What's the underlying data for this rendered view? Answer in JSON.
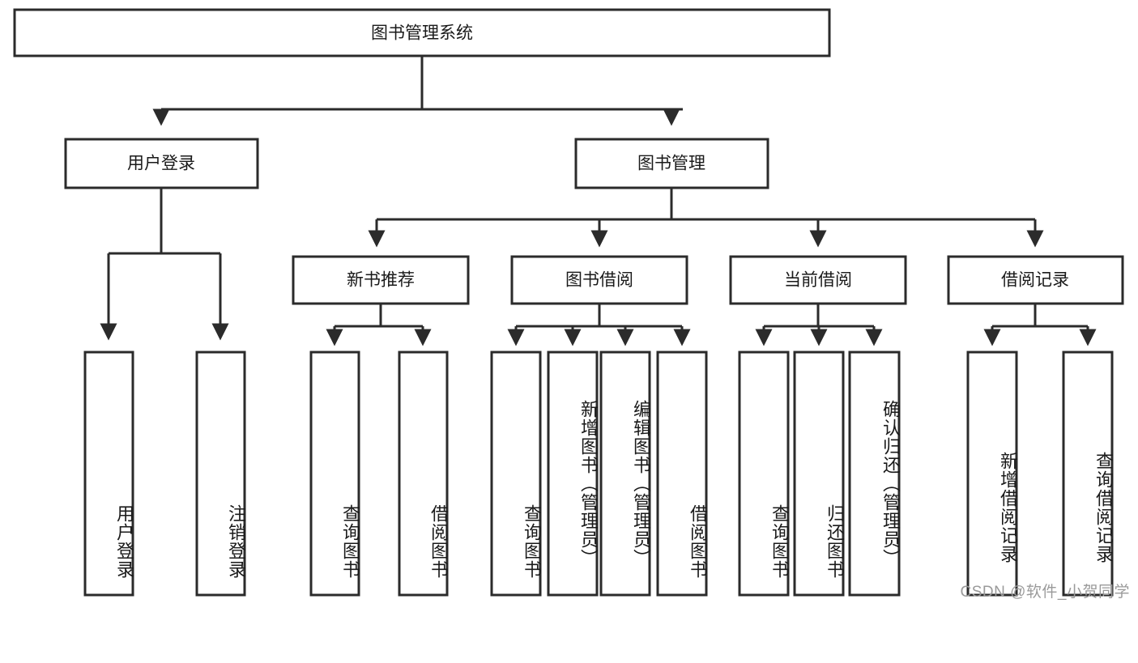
{
  "diagram": {
    "type": "tree",
    "title": "图书管理系统",
    "root": {
      "id": "root",
      "label": "图书管理系统",
      "orientation": "horizontal"
    },
    "level1": [
      {
        "id": "user-login",
        "label": "用户登录",
        "orientation": "horizontal"
      },
      {
        "id": "book-manage",
        "label": "图书管理",
        "orientation": "horizontal"
      }
    ],
    "level2": [
      {
        "id": "new-book-recommend",
        "label": "新书推荐",
        "parent": "book-manage",
        "orientation": "horizontal"
      },
      {
        "id": "book-borrow",
        "label": "图书借阅",
        "parent": "book-manage",
        "orientation": "horizontal"
      },
      {
        "id": "current-borrow",
        "label": "当前借阅",
        "parent": "book-manage",
        "orientation": "horizontal"
      },
      {
        "id": "borrow-record",
        "label": "借阅记录",
        "parent": "book-manage",
        "orientation": "horizontal"
      }
    ],
    "leaves": [
      {
        "id": "leaf-user-login",
        "label": "用户登录",
        "parent": "user-login",
        "orientation": "vertical"
      },
      {
        "id": "leaf-user-logout",
        "label": "注销登录",
        "parent": "user-login",
        "orientation": "vertical"
      },
      {
        "id": "leaf-query-book-1",
        "label": "查询图书",
        "parent": "new-book-recommend",
        "orientation": "vertical"
      },
      {
        "id": "leaf-borrow-book-1",
        "label": "借阅图书",
        "parent": "new-book-recommend",
        "orientation": "vertical"
      },
      {
        "id": "leaf-query-book-2",
        "label": "查询图书",
        "parent": "book-borrow",
        "orientation": "vertical"
      },
      {
        "id": "leaf-add-book",
        "label": "新增图书（管理员）",
        "parent": "book-borrow",
        "orientation": "vertical"
      },
      {
        "id": "leaf-edit-book",
        "label": "编辑图书（管理员）",
        "parent": "book-borrow",
        "orientation": "vertical"
      },
      {
        "id": "leaf-borrow-book-2",
        "label": "借阅图书",
        "parent": "book-borrow",
        "orientation": "vertical"
      },
      {
        "id": "leaf-query-book-3",
        "label": "查询图书",
        "parent": "current-borrow",
        "orientation": "vertical"
      },
      {
        "id": "leaf-return-book",
        "label": "归还图书",
        "parent": "current-borrow",
        "orientation": "vertical"
      },
      {
        "id": "leaf-confirm-return",
        "label": "确认归还（管理员）",
        "parent": "current-borrow",
        "orientation": "vertical"
      },
      {
        "id": "leaf-add-record",
        "label": "新增借阅记录",
        "parent": "borrow-record",
        "orientation": "vertical"
      },
      {
        "id": "leaf-query-record",
        "label": "查询借阅记录",
        "parent": "borrow-record",
        "orientation": "vertical"
      }
    ],
    "colors": {
      "stroke": "#2b2b2b",
      "fill": "#ffffff",
      "text": "#1a1a1a",
      "watermark": "#9a9a9a"
    }
  },
  "watermark": {
    "text": "CSDN @软件_小贺同学"
  }
}
